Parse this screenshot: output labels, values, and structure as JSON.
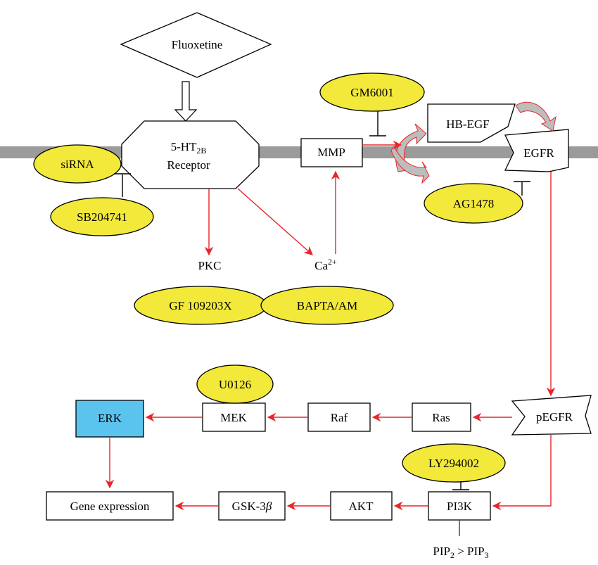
{
  "colors": {
    "membrane": "#9b9b9b",
    "inhibitor_fill": "#f2e93a",
    "activation_arrow": "#e8252a",
    "erk_fill": "#5bc4ee",
    "pip_link": "#1f4fa8"
  },
  "nodes": {
    "fluoxetine": "Fluoxetine",
    "receptor_prefix": "5-HT",
    "receptor_sub": "2B",
    "receptor_line2": "Receptor",
    "mmp": "MMP",
    "hb_egf": "HB-EGF",
    "egfr": "EGFR",
    "pkc": "PKC",
    "ca": "Ca",
    "ca_sup": "2+",
    "pegfr": "pEGFR",
    "ras": "Ras",
    "raf": "Raf",
    "mek": "MEK",
    "erk": "ERK",
    "pi3k": "PI3K",
    "akt": "AKT",
    "gsk_prefix": "GSK-3",
    "gsk_beta": "β",
    "gene_expression": "Gene expression",
    "pip2": "PIP",
    "pip2_sub": "2",
    "pip_arrow": " > ",
    "pip3": "PIP",
    "pip3_sub": "3"
  },
  "inhibitors": {
    "sirna": "siRNA",
    "sb204741": "SB204741",
    "gm6001": "GM6001",
    "ag1478": "AG1478",
    "gf109203x": "GF 109203X",
    "bapta_am": "BAPTA/AM",
    "u0126": "U0126",
    "ly294002": "LY294002"
  }
}
